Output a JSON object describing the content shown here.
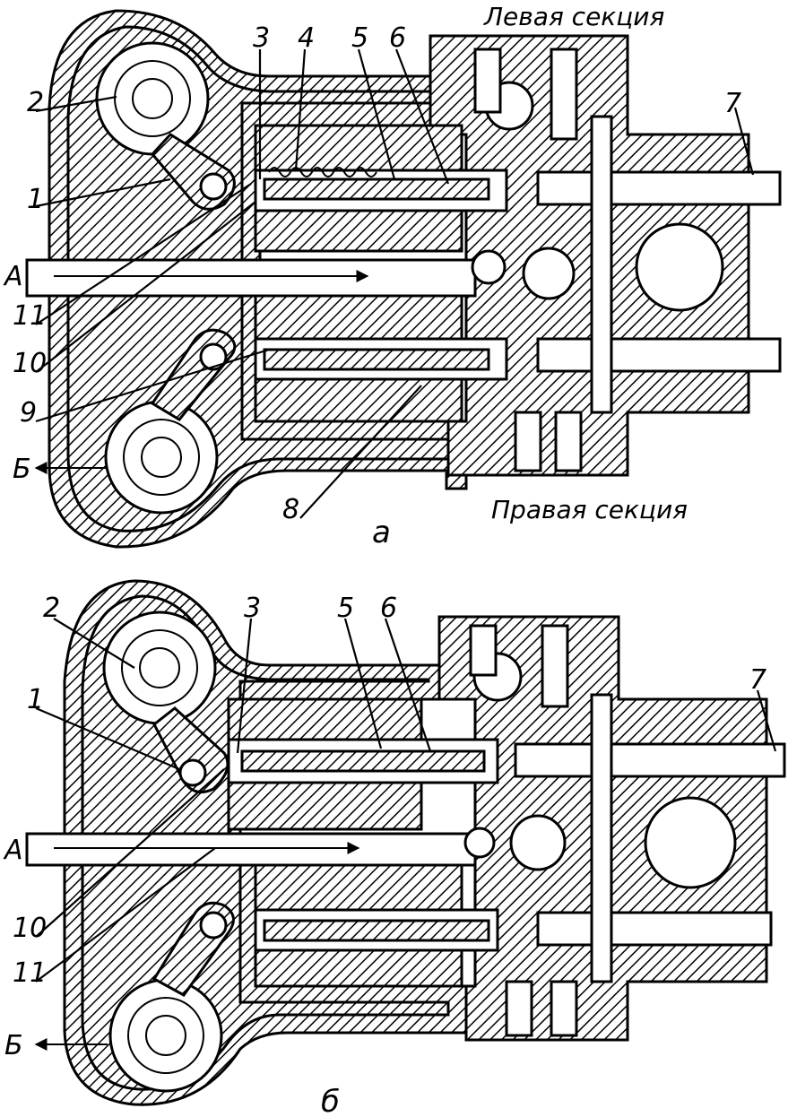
{
  "diagram_a": {
    "caption": "а",
    "section_top": "Левая секция",
    "section_bottom": "Правая секция",
    "labels": {
      "n1": "1",
      "n2": "2",
      "n3": "3",
      "n4": "4",
      "n5": "5",
      "n6": "6",
      "n7": "7",
      "n8": "8",
      "n9": "9",
      "n10": "10",
      "n11": "11",
      "A": "А",
      "B": "Б"
    }
  },
  "diagram_b": {
    "caption": "б",
    "labels": {
      "n1": "1",
      "n2": "2",
      "n3": "3",
      "n5": "5",
      "n6": "6",
      "n7": "7",
      "n10": "10",
      "n11": "11",
      "A": "А",
      "B": "Б"
    }
  }
}
